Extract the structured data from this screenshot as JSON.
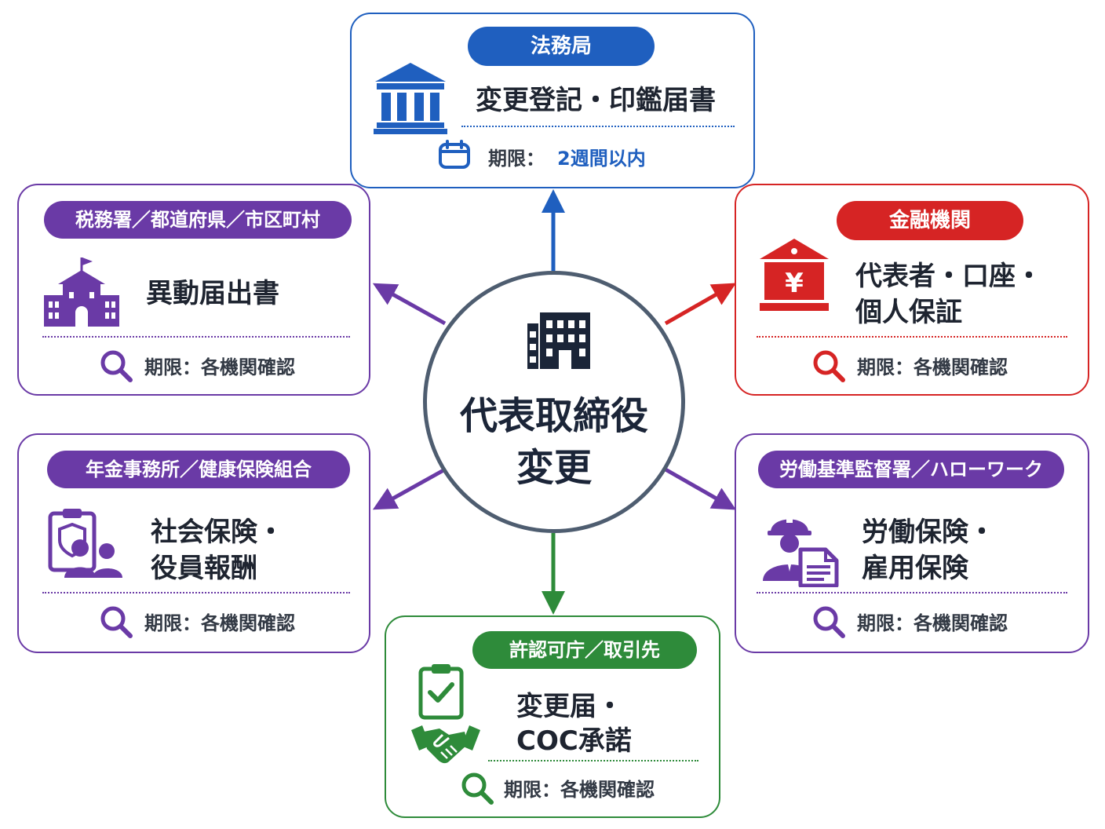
{
  "center": {
    "line1": "代表取締役",
    "line2": "変更"
  },
  "deadline_label": "期限：",
  "cards": {
    "houmu": {
      "org": "法務局",
      "title": "変更登記・印鑑届書",
      "deadline_value": "2週間以内",
      "color": "#1f5fbf"
    },
    "kinyu": {
      "org": "金融機関",
      "title_line1": "代表者・口座・",
      "title_line2": "個人保証",
      "deadline": "期限：各機関確認",
      "color": "#d62424"
    },
    "zeimu": {
      "org": "税務署／都道府県／市区町村",
      "title": "異動届出書",
      "deadline": "期限：各機関確認",
      "color": "#6a3aa6"
    },
    "nenkin": {
      "org": "年金事務所／健康保険組合",
      "title_line1": "社会保険・",
      "title_line2": "役員報酬",
      "deadline": "期限：各機関確認",
      "color": "#6a3aa6"
    },
    "roudou": {
      "org": "労働基準監督署／ハローワーク",
      "title_line1": "労働保険・",
      "title_line2": "雇用保険",
      "deadline": "期限：各機関確認",
      "color": "#6a3aa6"
    },
    "kyoninka": {
      "org": "許認可庁／取引先",
      "title_line1": "変更届・",
      "title_line2": "COC承諾",
      "deadline": "期限：各機関確認",
      "color": "#2e8b3a"
    }
  }
}
